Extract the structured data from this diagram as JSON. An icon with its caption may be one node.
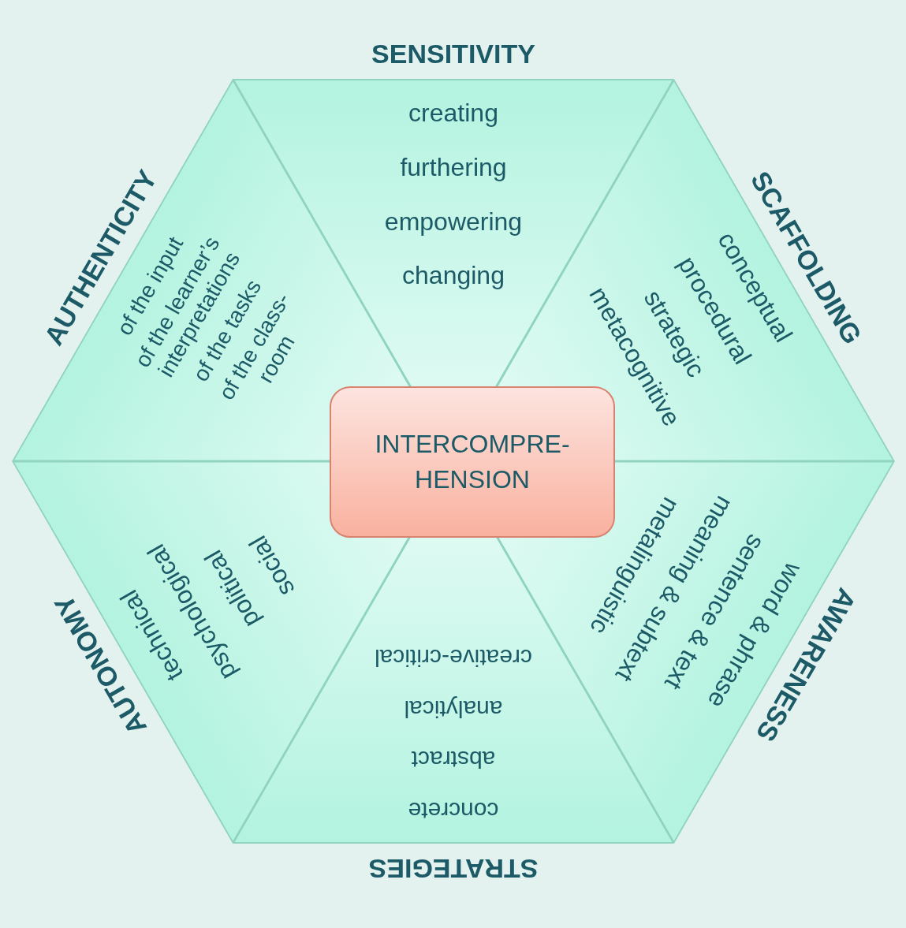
{
  "diagram": {
    "nodes": [
      {
        "text": [
          "SENSITIVITY",
          "creating",
          "furthering",
          "empowering",
          "changing"
        ]
      },
      {
        "text": [
          "SCAFFOLDING",
          "conceptual",
          "procedural",
          "strategic",
          "metacognitive"
        ]
      },
      {
        "text": [
          "AWARENESS",
          "word & phrase",
          "sentence & text",
          "meaning & subtext",
          "metalinguistic"
        ]
      },
      {
        "text": [
          "STRATEGIES",
          "concrete",
          "abstract",
          "analytical",
          "creative-critical"
        ]
      },
      {
        "text": [
          "AUTONOMY",
          "technical",
          "psychological",
          "political",
          "social"
        ]
      },
      {
        "text": [
          "AUTHENTICITY",
          "of the input",
          "of the learner’s interpretations",
          "of the tasks",
          "of the class- room"
        ]
      },
      {
        "text": [
          "INTERCOMPRE- HENSION"
        ]
      }
    ]
  }
}
